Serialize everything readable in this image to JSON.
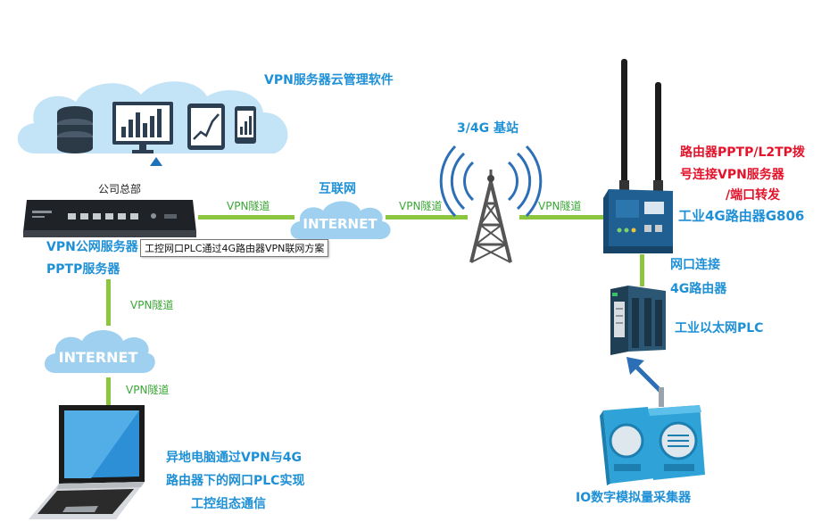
{
  "cloud_software": {
    "title": "VPN服务器云管理软件"
  },
  "headquarters": {
    "label": "公司总部"
  },
  "vpn_server": {
    "line1": "VPN公网服务器",
    "line2": "PPTP服务器",
    "tooltip": "工控网口PLC通过4G路由器VPN联网方案"
  },
  "internet_top": {
    "title": "互联网",
    "cloud_text": "INTERNET"
  },
  "internet_left": {
    "cloud_text": "INTERNET"
  },
  "tunnels": {
    "t1": "VPN隧道",
    "t2": "VPN隧道",
    "t3": "VPN隧道",
    "t4": "VPN隧道",
    "t5": "VPN隧道"
  },
  "base_station": {
    "title": "3/4G 基站"
  },
  "router": {
    "desc_line1": "路由器PPTP/L2TP拨",
    "desc_line2": "号连接VPN服务器",
    "desc_line3": "/端口转发",
    "name": "工业4G路由器G806"
  },
  "ethernet_link": {
    "line1": "网口连接",
    "line2": "4G路由器"
  },
  "plc": {
    "label": "工业以太网PLC"
  },
  "io_collector": {
    "label": "IO数字模拟量采集器"
  },
  "remote_pc": {
    "line1": "异地电脑通过VPN与4G",
    "line2": "路由器下的网口PLC实现",
    "line3": "工控组态通信"
  },
  "colors": {
    "link_green": "#8cc63f",
    "label_blue": "#1e90d6",
    "label_red": "#e3132b",
    "cloud_blue": "#bfe2f6"
  },
  "icons": [
    "database-icon",
    "monitor-chart-icon",
    "tablet-chart-icon",
    "phone-chart-icon",
    "antenna-tower-icon",
    "laptop-icon"
  ]
}
